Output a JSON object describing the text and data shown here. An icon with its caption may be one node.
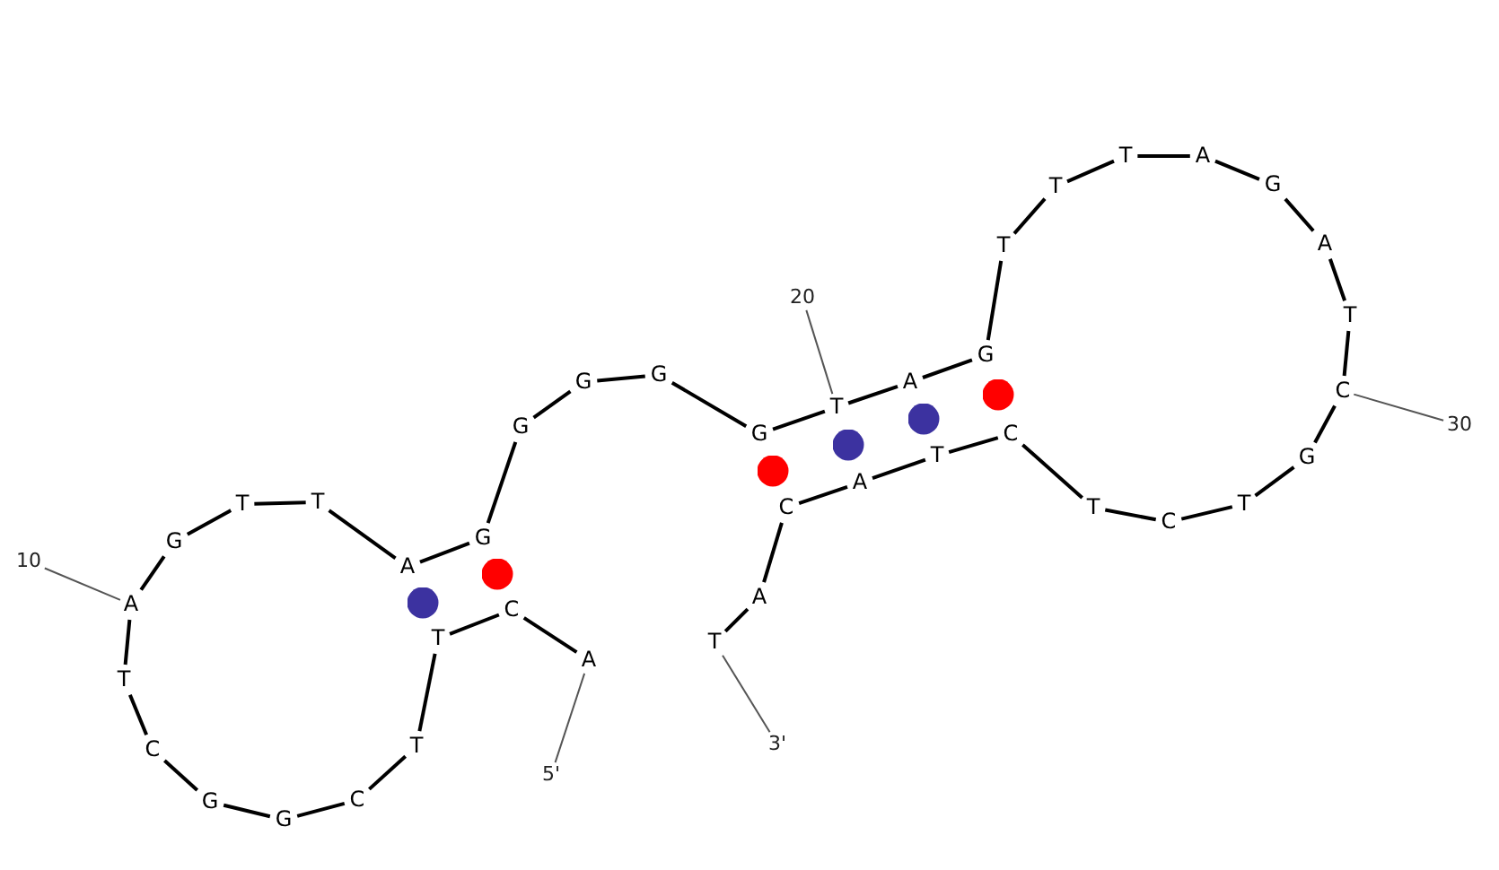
{
  "diagram": {
    "nodes": [
      {
        "text": [
          "A"
        ]
      },
      {
        "text": [
          "C"
        ]
      },
      {
        "text": [
          "T"
        ]
      },
      {
        "text": [
          "T"
        ]
      },
      {
        "text": [
          "C"
        ]
      },
      {
        "text": [
          "G"
        ]
      },
      {
        "text": [
          "G"
        ]
      },
      {
        "text": [
          "C"
        ]
      },
      {
        "text": [
          "T"
        ]
      },
      {
        "text": [
          "A"
        ]
      },
      {
        "text": [
          "G"
        ]
      },
      {
        "text": [
          "T"
        ]
      },
      {
        "text": [
          "T"
        ]
      },
      {
        "text": [
          "A"
        ]
      },
      {
        "text": [
          "G"
        ]
      },
      {
        "text": [
          "G"
        ]
      },
      {
        "text": [
          "G"
        ]
      },
      {
        "text": [
          "G"
        ]
      },
      {
        "text": [
          "G"
        ]
      },
      {
        "text": [
          "T"
        ]
      },
      {
        "text": [
          "A"
        ]
      },
      {
        "text": [
          "G"
        ]
      },
      {
        "text": [
          "T"
        ]
      },
      {
        "text": [
          "T"
        ]
      },
      {
        "text": [
          "T"
        ]
      },
      {
        "text": [
          "A"
        ]
      },
      {
        "text": [
          "G"
        ]
      },
      {
        "text": [
          "A"
        ]
      },
      {
        "text": [
          "T"
        ]
      },
      {
        "text": [
          "C"
        ]
      },
      {
        "text": [
          "G"
        ]
      },
      {
        "text": [
          "T"
        ]
      },
      {
        "text": [
          "C"
        ]
      },
      {
        "text": [
          "T"
        ]
      },
      {
        "text": [
          "C"
        ]
      },
      {
        "text": [
          "T"
        ]
      },
      {
        "text": [
          "A"
        ]
      },
      {
        "text": [
          "C"
        ]
      },
      {
        "text": [
          "A"
        ]
      },
      {
        "text": [
          "T"
        ]
      },
      {
        "text": [
          "5'"
        ]
      },
      {
        "text": [
          "10"
        ]
      },
      {
        "text": [
          "20"
        ]
      },
      {
        "text": [
          "30"
        ]
      },
      {
        "text": [
          "3'"
        ]
      }
    ],
    "edges": [
      {
        "from": 0,
        "to": 1,
        "arrow": "none"
      },
      {
        "from": 1,
        "to": 2,
        "arrow": "none"
      },
      {
        "from": 2,
        "to": 3,
        "arrow": "none"
      },
      {
        "from": 3,
        "to": 4,
        "arrow": "none"
      },
      {
        "from": 4,
        "to": 5,
        "arrow": "none"
      },
      {
        "from": 5,
        "to": 6,
        "arrow": "none"
      },
      {
        "from": 6,
        "to": 7,
        "arrow": "none"
      },
      {
        "from": 7,
        "to": 8,
        "arrow": "none"
      },
      {
        "from": 8,
        "to": 9,
        "arrow": "none"
      },
      {
        "from": 9,
        "to": 10,
        "arrow": "none"
      },
      {
        "from": 10,
        "to": 11,
        "arrow": "none"
      },
      {
        "from": 11,
        "to": 12,
        "arrow": "none"
      },
      {
        "from": 12,
        "to": 13,
        "arrow": "none"
      },
      {
        "from": 13,
        "to": 14,
        "arrow": "none"
      },
      {
        "from": 14,
        "to": 15,
        "arrow": "none"
      },
      {
        "from": 15,
        "to": 16,
        "arrow": "none"
      },
      {
        "from": 16,
        "to": 17,
        "arrow": "none"
      },
      {
        "from": 17,
        "to": 18,
        "arrow": "none"
      },
      {
        "from": 18,
        "to": 19,
        "arrow": "none"
      },
      {
        "from": 19,
        "to": 20,
        "arrow": "none"
      },
      {
        "from": 20,
        "to": 21,
        "arrow": "none"
      },
      {
        "from": 21,
        "to": 22,
        "arrow": "none"
      },
      {
        "from": 22,
        "to": 23,
        "arrow": "none"
      },
      {
        "from": 23,
        "to": 24,
        "arrow": "none"
      },
      {
        "from": 24,
        "to": 25,
        "arrow": "none"
      },
      {
        "from": 25,
        "to": 26,
        "arrow": "none"
      },
      {
        "from": 26,
        "to": 27,
        "arrow": "none"
      },
      {
        "from": 27,
        "to": 28,
        "arrow": "none"
      },
      {
        "from": 28,
        "to": 29,
        "arrow": "none"
      },
      {
        "from": 29,
        "to": 30,
        "arrow": "none"
      },
      {
        "from": 30,
        "to": 31,
        "arrow": "none"
      },
      {
        "from": 31,
        "to": 32,
        "arrow": "none"
      },
      {
        "from": 32,
        "to": 33,
        "arrow": "none"
      },
      {
        "from": 33,
        "to": 34,
        "arrow": "none"
      },
      {
        "from": 34,
        "to": 35,
        "arrow": "none"
      },
      {
        "from": 35,
        "to": 36,
        "arrow": "none"
      },
      {
        "from": 36,
        "to": 37,
        "arrow": "none"
      },
      {
        "from": 37,
        "to": 38,
        "arrow": "none"
      },
      {
        "from": 38,
        "to": 39,
        "arrow": "none"
      },
      {
        "from": 1,
        "to": 14,
        "arrow": "none",
        "color": "#ff0000"
      },
      {
        "from": 2,
        "to": 13,
        "arrow": "none",
        "color": "#3c32a0"
      },
      {
        "from": 18,
        "to": 37,
        "arrow": "none",
        "color": "#ff0000"
      },
      {
        "from": 19,
        "to": 36,
        "arrow": "none",
        "color": "#3c32a0"
      },
      {
        "from": 20,
        "to": 35,
        "arrow": "none",
        "color": "#3c32a0"
      },
      {
        "from": 21,
        "to": 34,
        "arrow": "none",
        "color": "#ff0000"
      },
      {
        "from": 40,
        "to": 0,
        "arrow": "none",
        "color": "#555555"
      },
      {
        "from": 41,
        "to": 9,
        "arrow": "none",
        "color": "#555555"
      },
      {
        "from": 42,
        "to": 19,
        "arrow": "none",
        "color": "#555555"
      },
      {
        "from": 43,
        "to": 29,
        "arrow": "none",
        "color": "#555555"
      },
      {
        "from": 44,
        "to": 39,
        "arrow": "none",
        "color": "#555555"
      }
    ]
  }
}
